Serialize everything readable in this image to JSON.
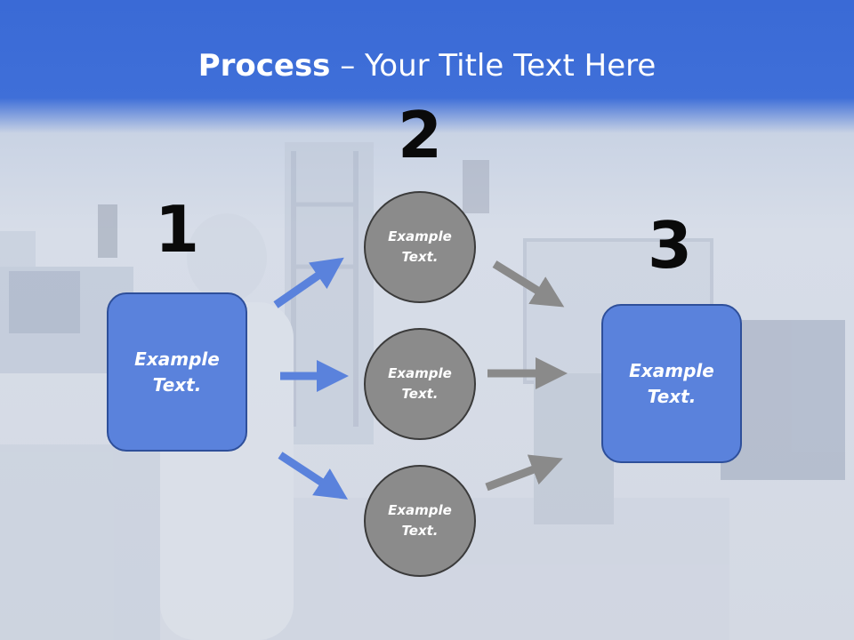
{
  "title": {
    "bold": "Process",
    "rest": " – Your Title Text Here"
  },
  "steps": {
    "one": {
      "number": "1",
      "label": "Example Text."
    },
    "two": {
      "number": "2",
      "circles": [
        {
          "label": "Example Text."
        },
        {
          "label": "Example Text."
        },
        {
          "label": "Example Text."
        }
      ]
    },
    "three": {
      "number": "3",
      "label": "Example Text."
    }
  },
  "colors": {
    "header_blue": "#3f6fd8",
    "box_fill": "#5a82dc",
    "circle_fill": "#8b8b8b",
    "blue_arrow": "#5a82dc",
    "gray_arrow": "#8a8a8a"
  }
}
